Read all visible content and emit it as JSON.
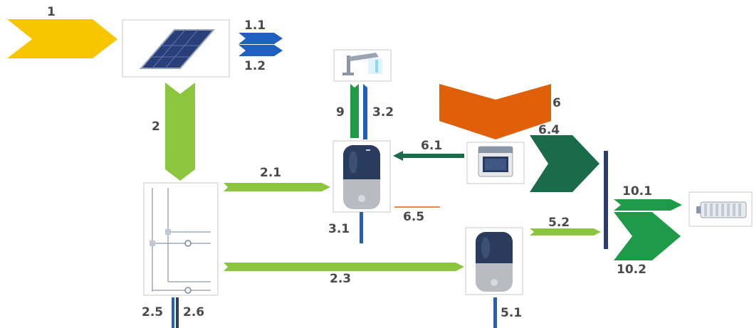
{
  "labels": {
    "l1": "1",
    "l1_1": "1.1",
    "l1_2": "1.2",
    "l2": "2",
    "l2_1": "2.1",
    "l2_3": "2.3",
    "l2_5": "2.5",
    "l2_6": "2.6",
    "l3_1": "3.1",
    "l3_2": "3.2",
    "l9": "9",
    "l6": "6",
    "l6_1": "6.1",
    "l6_4": "6.4",
    "l6_5": "6.5",
    "l5_1": "5.1",
    "l5_2": "5.2",
    "l10_1": "10.1",
    "l10_2": "10.2"
  },
  "colors": {
    "solar_input": "#f7c600",
    "light_green": "#8cc63f",
    "dark_green": "#1a6b4a",
    "mid_green": "#1f9a48",
    "blue": "#1f5fbf",
    "orange": "#e0600a",
    "navy_bar": "#2b3f6e"
  },
  "icons": {
    "solar_panel": "solar-panel-icon",
    "tap": "water-tap-icon",
    "tank_1": "storage-tank-icon",
    "tank_2": "storage-tank-icon",
    "boiler": "boiler-icon",
    "radiator": "radiator-icon",
    "hydraulic_station": "hydraulic-station-icon"
  }
}
